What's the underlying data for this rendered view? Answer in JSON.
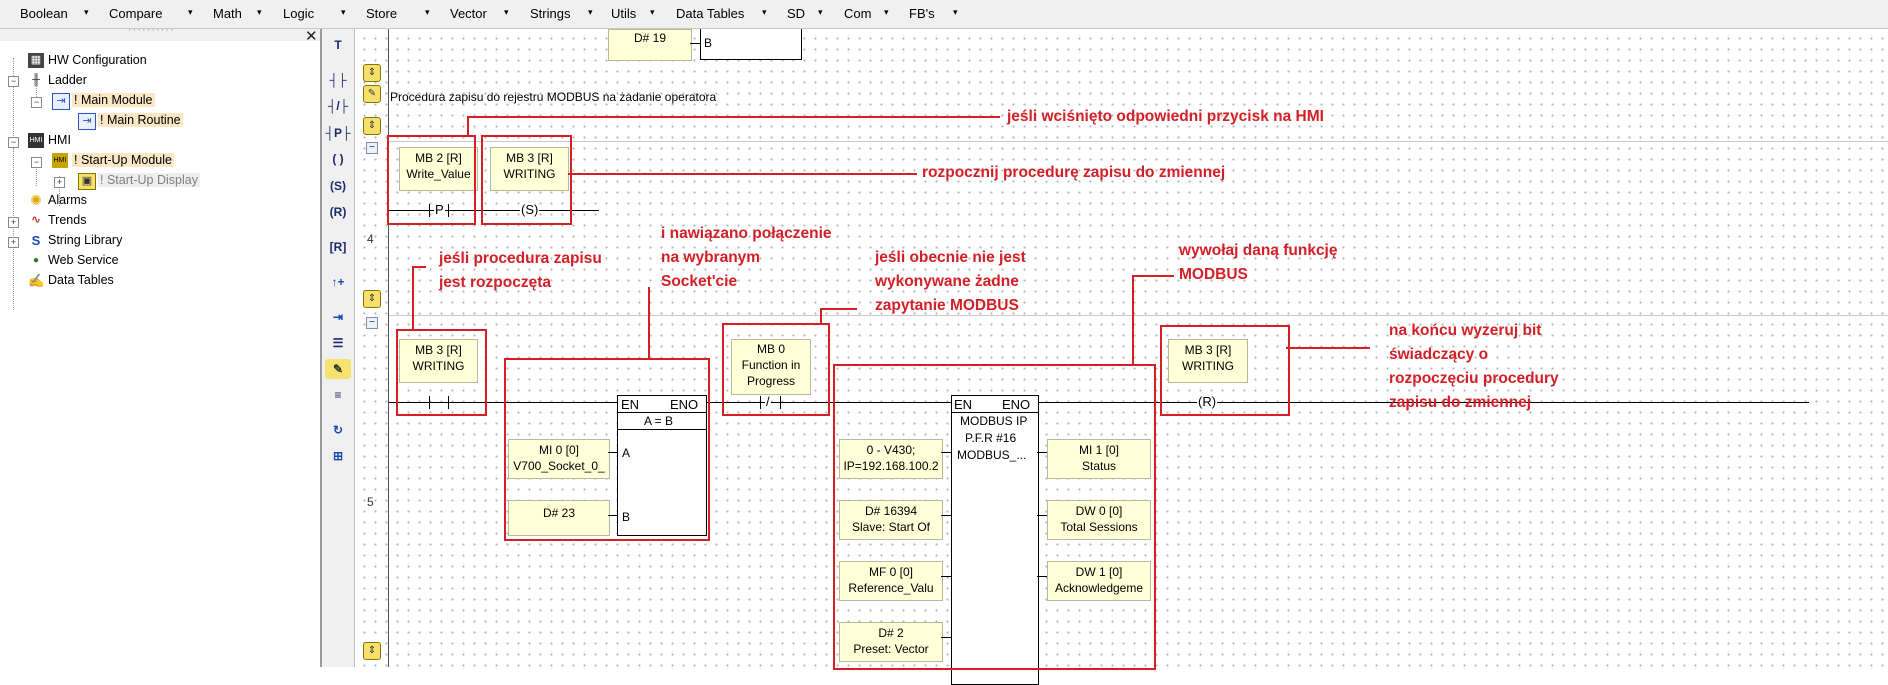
{
  "menu": {
    "items": [
      "Boolean",
      "Compare",
      "Math",
      "Logic",
      "Store",
      "Vector",
      "Strings",
      "Utils",
      "Data Tables",
      "SD",
      "Com",
      "FB's"
    ],
    "arrow": "▾"
  },
  "tree": {
    "close": "✕",
    "items": [
      {
        "label": "HW Configuration",
        "icon": "hw-config-icon"
      },
      {
        "label": "Ladder",
        "icon": "ladder-icon"
      },
      {
        "label": "! Main Module",
        "icon": "module-icon"
      },
      {
        "label": "! Main Routine",
        "icon": "routine-icon"
      },
      {
        "label": "HMI",
        "icon": "hmi-icon"
      },
      {
        "label": "! Start-Up Module",
        "icon": "hmi-module-icon"
      },
      {
        "label": "! Start-Up Display",
        "icon": "display-icon"
      },
      {
        "label": "Alarms",
        "icon": "alarm-icon"
      },
      {
        "label": "Trends",
        "icon": "trends-icon"
      },
      {
        "label": "String Library",
        "icon": "string-library-icon"
      },
      {
        "label": "Web Service",
        "icon": "web-service-icon"
      },
      {
        "label": "Data Tables",
        "icon": "data-tables-icon"
      }
    ]
  },
  "toolbar": {
    "buttons": [
      {
        "glyph": "T",
        "icon": "wire-tool-icon"
      },
      {
        "glyph": "┤├",
        "icon": "no-contact-icon"
      },
      {
        "glyph": "┤/├",
        "icon": "nc-contact-icon"
      },
      {
        "glyph": "┤P├",
        "icon": "p-contact-icon"
      },
      {
        "glyph": "( )",
        "icon": "coil-icon"
      },
      {
        "glyph": "(S)",
        "icon": "set-coil-icon"
      },
      {
        "glyph": "(R)",
        "icon": "reset-coil-icon"
      },
      {
        "glyph": "[R]",
        "icon": "reset-block-icon"
      },
      {
        "glyph": "↑+",
        "icon": "increment-icon"
      },
      {
        "glyph": "⇥",
        "icon": "insert-icon"
      },
      {
        "glyph": "☰",
        "icon": "list-icon"
      },
      {
        "glyph": "✎",
        "icon": "comment-icon"
      },
      {
        "glyph": "≡",
        "icon": "netlist-icon"
      },
      {
        "glyph": "↻",
        "icon": "refresh-icon"
      },
      {
        "glyph": "⊞",
        "icon": "subroutine-icon"
      }
    ]
  },
  "ladder": {
    "rung_numbers": {
      "r4": "4",
      "r5": "5"
    },
    "rung4_comment": "Procedura zapisu do rejestru MODBUS na żadanie operatora",
    "top_partial": {
      "value": "D# 19",
      "pin": "B"
    },
    "rung4": {
      "contact_p": {
        "line1": "MB 2 [R]",
        "line2": "Write_Value",
        "symbol": "P"
      },
      "coil_s": {
        "line1": "MB 3 [R]",
        "line2": "WRITING",
        "symbol": "S"
      }
    },
    "rung5": {
      "contact_no": {
        "line1": "MB 3 [R]",
        "line2": "WRITING"
      },
      "compare": {
        "en": "EN",
        "eno": "ENO",
        "title": "A = B",
        "pin_a": "A",
        "pin_b": "B",
        "in_a": {
          "line1": "MI 0 [0]",
          "line2": "V700_Socket_0_"
        },
        "in_b": {
          "line1": "D# 23"
        }
      },
      "contact_nc": {
        "line1": "MB 0",
        "line2": "Function in",
        "line3": "Progress",
        "symbol": "/"
      },
      "modbus": {
        "en": "EN",
        "eno": "ENO",
        "title1": "MODBUS IP",
        "title2": "P.F.R #16",
        "title3": "MODBUS_...",
        "inputs": [
          {
            "line1": "0 - V430;",
            "line2": "IP=192.168.100.2"
          },
          {
            "line1": "D# 16394",
            "line2": "Slave: Start Of"
          },
          {
            "line1": "MF 0 [0]",
            "line2": "Reference_Valu"
          },
          {
            "line1": "D# 2",
            "line2": "Preset: Vector"
          }
        ],
        "outputs": [
          {
            "line1": "MI 1 [0]",
            "line2": "Status"
          },
          {
            "line1": "DW 0 [0]",
            "line2": "Total Sessions"
          },
          {
            "line1": "DW 1 [0]",
            "line2": "Acknowledgeme"
          }
        ]
      },
      "coil_r": {
        "line1": "MB 3 [R]",
        "line2": "WRITING",
        "symbol": "R"
      }
    }
  },
  "annotations": {
    "a1": "jeśli wciśnięto odpowiedni przycisk na HMI",
    "a2": "rozpocznij procedurę zapisu do zmiennej",
    "a3": {
      "l1": "jeśli procedura zapisu",
      "l2": "jest rozpoczęta"
    },
    "a4": {
      "l1": "i nawiązano połączenie",
      "l2": "na wybranym",
      "l3": "Socket'cie"
    },
    "a5": {
      "l1": "jeśli obecnie nie jest",
      "l2": "wykonywane żadne",
      "l3": "zapytanie MODBUS"
    },
    "a6": {
      "l1": "wywołaj daną funkcję",
      "l2": "MODBUS"
    },
    "a7": {
      "l1": "na końcu wyzeruj bit",
      "l2": "świadczący o",
      "l3": "rozpoczęciu procedury",
      "l4": "zapisu do zmiennej"
    }
  },
  "colors": {
    "annotation": "#d32027",
    "element_fill": "#ffffd8",
    "tree_highlight": "#fbe7c4"
  }
}
